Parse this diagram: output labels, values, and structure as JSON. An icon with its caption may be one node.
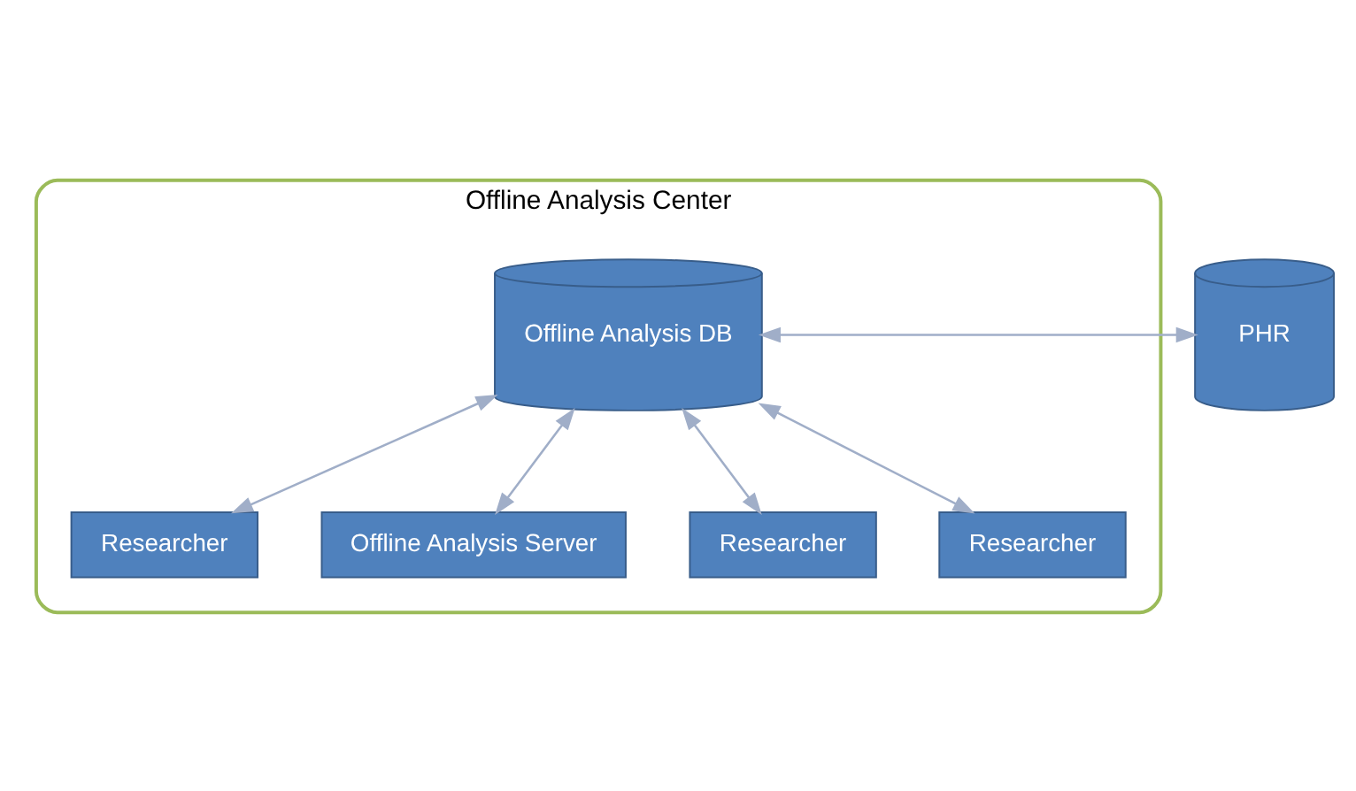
{
  "diagram": {
    "nodes": [
      {
        "text": [
          "Offline Analysis Center"
        ]
      },
      {
        "text": [
          "Offline Analysis DB"
        ],
        "in": 0
      },
      {
        "text": [
          "PHR"
        ]
      },
      {
        "text": [
          "Researcher"
        ],
        "in": 0
      },
      {
        "text": [
          "Offline Analysis Server"
        ],
        "in": 0
      },
      {
        "text": [
          "Researcher"
        ],
        "in": 0
      },
      {
        "text": [
          "Researcher"
        ],
        "in": 0
      }
    ],
    "edges": [
      {
        "from": 1,
        "to": 2,
        "arrow": "both"
      },
      {
        "from": 1,
        "to": 3,
        "arrow": "both"
      },
      {
        "from": 1,
        "to": 4,
        "arrow": "both"
      },
      {
        "from": 1,
        "to": 5,
        "arrow": "both"
      },
      {
        "from": 1,
        "to": 6,
        "arrow": "both"
      }
    ]
  }
}
